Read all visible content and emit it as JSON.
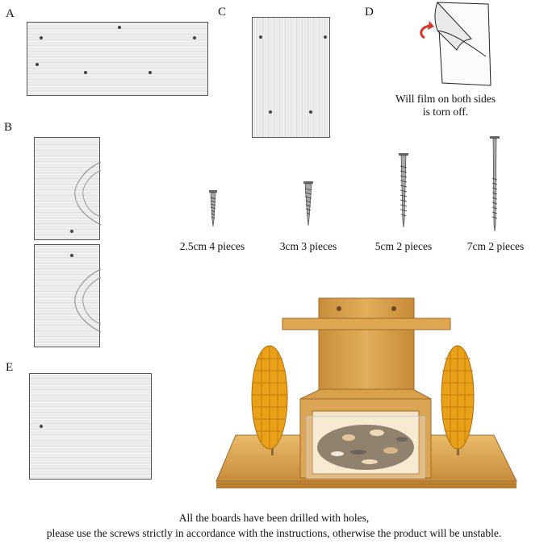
{
  "labels": {
    "a": "A",
    "b": "B",
    "c": "C",
    "d": "D",
    "e": "E"
  },
  "film_note": {
    "line1": "Will film on both sides",
    "line2": "is torn off."
  },
  "screws": [
    {
      "label": "2.5cm 4 pieces"
    },
    {
      "label": "3cm 3 pieces"
    },
    {
      "label": "5cm 2 pieces"
    },
    {
      "label": "7cm 2 pieces"
    }
  ],
  "footer": {
    "line1": "All the boards have been drilled with holes,",
    "line2": "please use the screws strictly in accordance with the instructions, otherwise the product will be unstable."
  },
  "colors": {
    "arrow": "#d63a2c",
    "wood": "#d9a24a",
    "corn": "#e9a11a"
  }
}
